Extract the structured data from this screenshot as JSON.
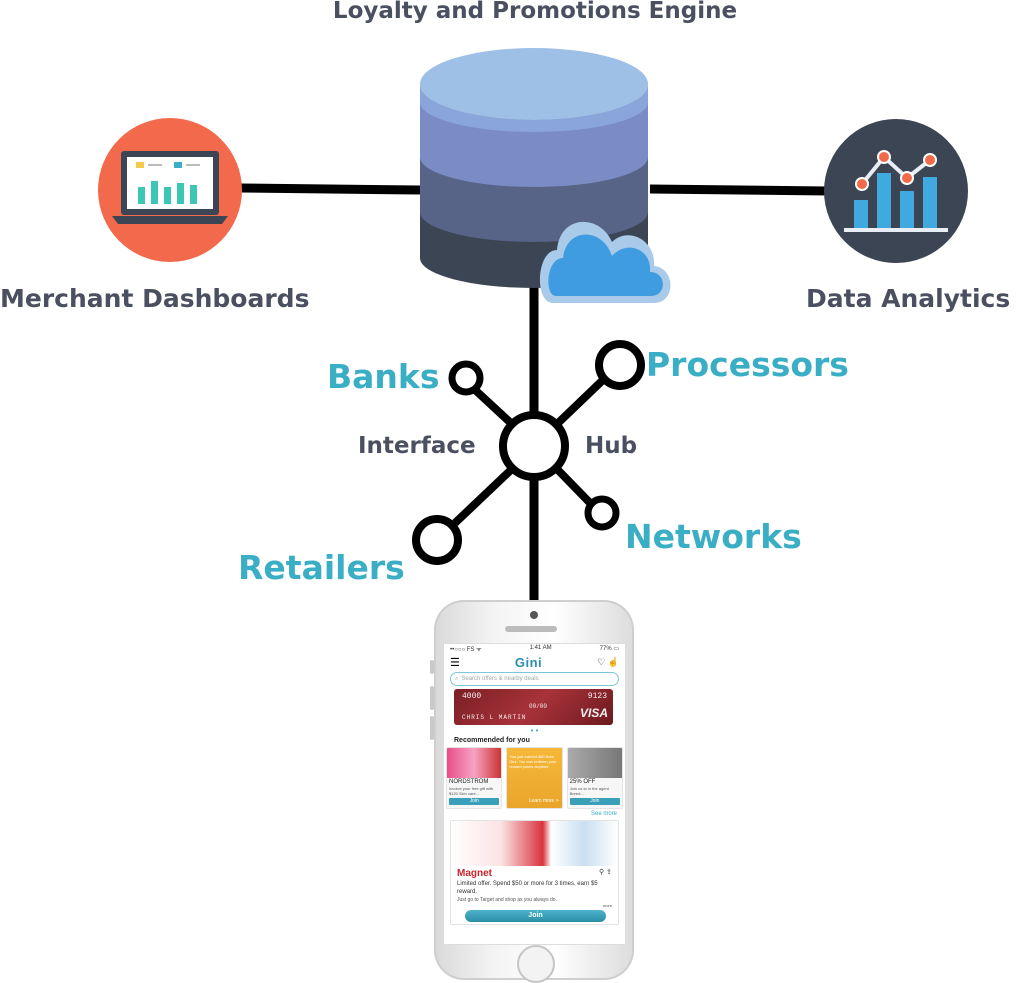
{
  "diagram": {
    "title": "Loyalty and Promotions Engine",
    "left_node": "Merchant Dashboards",
    "right_node": "Data Analytics",
    "hub_left": "Interface",
    "hub_right": "Hub",
    "spokes": {
      "banks": "Banks",
      "processors": "Processors",
      "retailers": "Retailers",
      "networks": "Networks"
    }
  },
  "phone": {
    "status": {
      "carrier": "••○○○ FS ᯤ",
      "time": "1:41 AM",
      "battery": "77% ▭"
    },
    "app_name": "Gini",
    "search_placeholder": "Search offers & nearby deals",
    "card": {
      "number_start": "4000",
      "number_end": "9123",
      "expiry": "00/00",
      "holder": "CHRIS L MARTIN",
      "brand": "VISA"
    },
    "recommended_heading": "Recommended for you",
    "tiles": [
      {
        "brand": "NORDSTROM",
        "desc": "Invoice your free gift with $120 Skin care...",
        "action": "Join"
      },
      {
        "brand": "",
        "desc": "You just earned $50 from Gini. You can redeem your reward points anytime",
        "action": "Learn more >"
      },
      {
        "brand": "25% OFF",
        "desc": "Join us to in the agent Breed...",
        "action": "Join"
      }
    ],
    "see_more": "See more",
    "offer": {
      "title": "Magnet",
      "description": "Limited offer. Spend $50 or more for 3 times, earn $5 reward.",
      "detail": "Just go to Target and shop as you always do.",
      "more": "more",
      "action": "Join"
    }
  }
}
